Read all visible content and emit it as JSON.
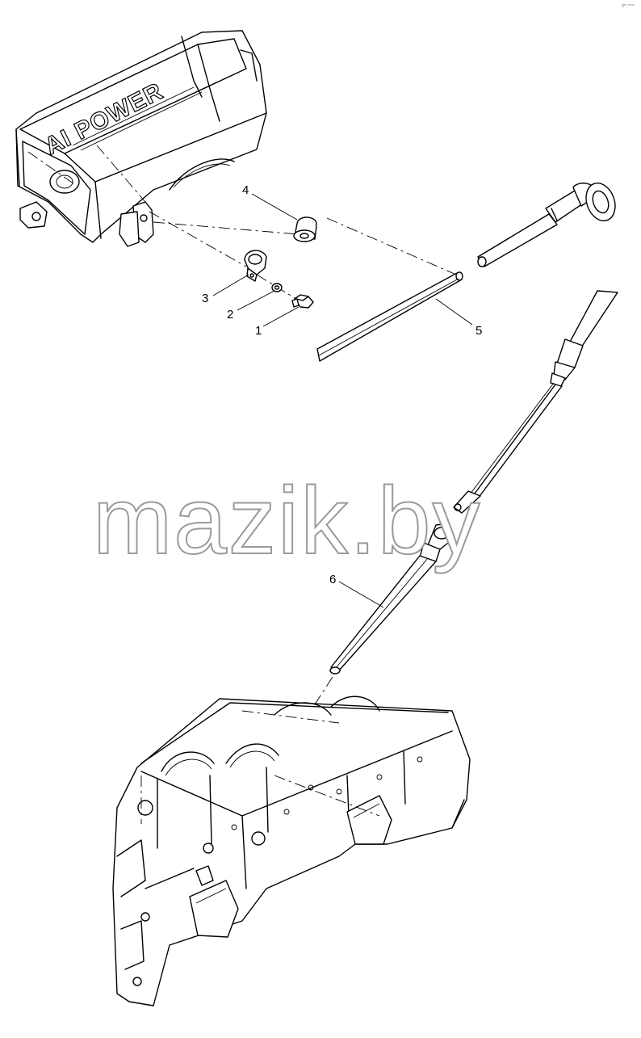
{
  "diagram": {
    "cover_lettering": "AI POWER",
    "watermark": "mazik.by",
    "corner_code": "gᵉᵗ ᵐᵐᵐ",
    "callouts": [
      {
        "id": "callout-1",
        "label": "1"
      },
      {
        "id": "callout-2",
        "label": "2"
      },
      {
        "id": "callout-3",
        "label": "3"
      },
      {
        "id": "callout-4",
        "label": "4"
      },
      {
        "id": "callout-5",
        "label": "5"
      },
      {
        "id": "callout-6",
        "label": "6"
      }
    ]
  }
}
